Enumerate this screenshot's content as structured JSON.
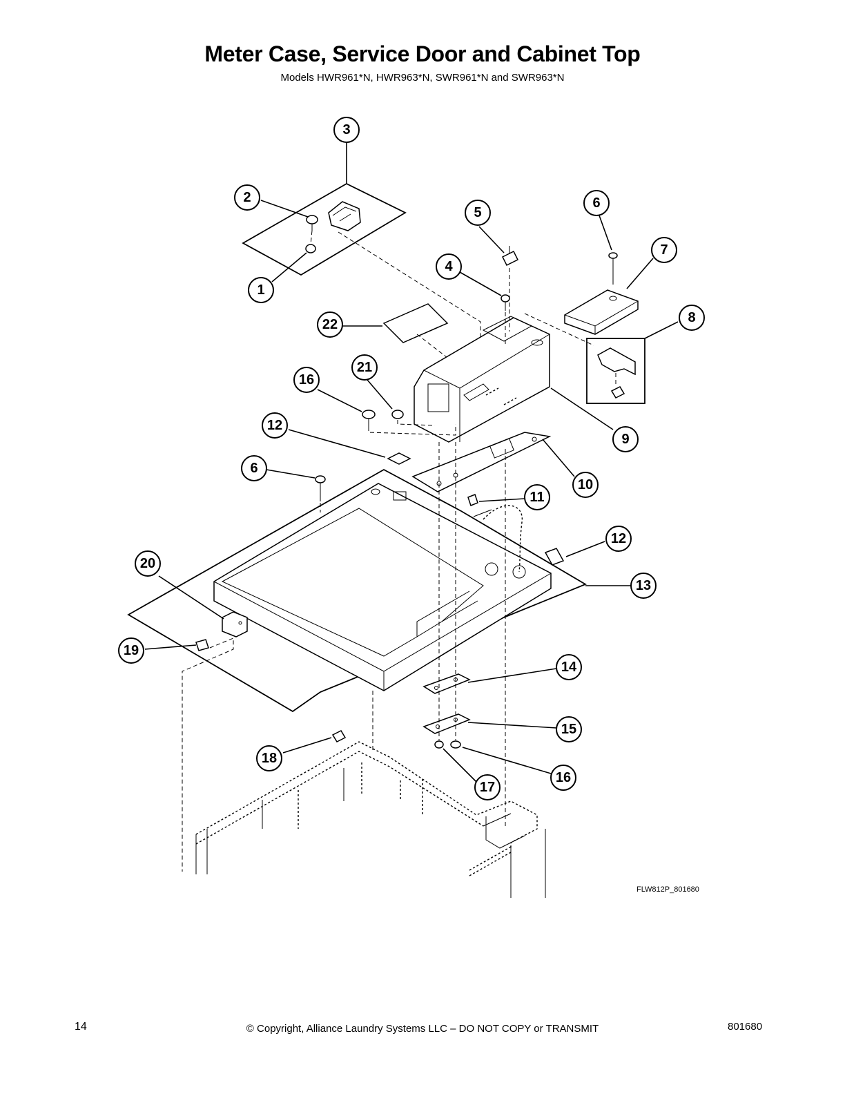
{
  "header": {
    "title": "Meter Case, Service Door and Cabinet Top",
    "subtitle": "Models HWR961*N, HWR963*N, SWR961*N and SWR963*N"
  },
  "diagram": {
    "callouts": [
      "1",
      "2",
      "3",
      "4",
      "5",
      "6",
      "7",
      "8",
      "9",
      "10",
      "11",
      "12",
      "13",
      "14",
      "15",
      "16",
      "17",
      "18",
      "19",
      "20",
      "21",
      "22"
    ],
    "drawing_code": "FLW812P_801680"
  },
  "footer": {
    "page_number": "14",
    "copyright": "© Copyright, Alliance Laundry Systems LLC – DO NOT COPY or TRANSMIT",
    "doc_number": "801680"
  }
}
